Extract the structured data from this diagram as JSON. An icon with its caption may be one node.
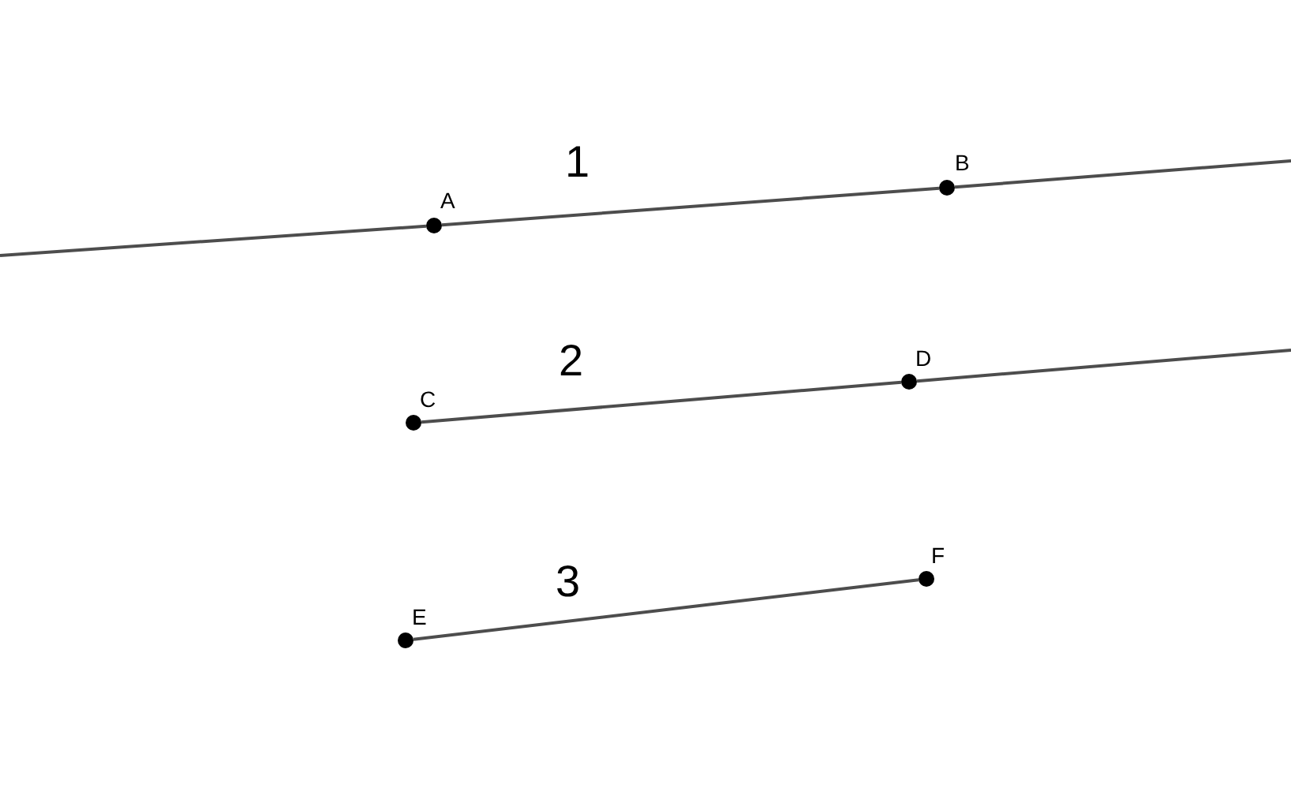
{
  "diagram": {
    "nodes": [
      {
        "text": [
          "A"
        ]
      },
      {
        "text": [
          "B"
        ]
      },
      {
        "text": [
          "C"
        ]
      },
      {
        "text": [
          "D"
        ]
      },
      {
        "text": [
          "E"
        ]
      },
      {
        "text": [
          "F"
        ]
      }
    ],
    "edges": [
      {
        "from": null,
        "to": 0,
        "arrow": "none"
      },
      {
        "from": 0,
        "to": 1,
        "arrow": "none"
      },
      {
        "from": 1,
        "to": null,
        "arrow": "none"
      },
      {
        "from": 2,
        "to": 3,
        "arrow": "none"
      },
      {
        "from": 3,
        "to": null,
        "arrow": "none"
      },
      {
        "from": 4,
        "to": 5,
        "arrow": "none"
      }
    ],
    "labels": [
      "1",
      "2",
      "3"
    ]
  }
}
